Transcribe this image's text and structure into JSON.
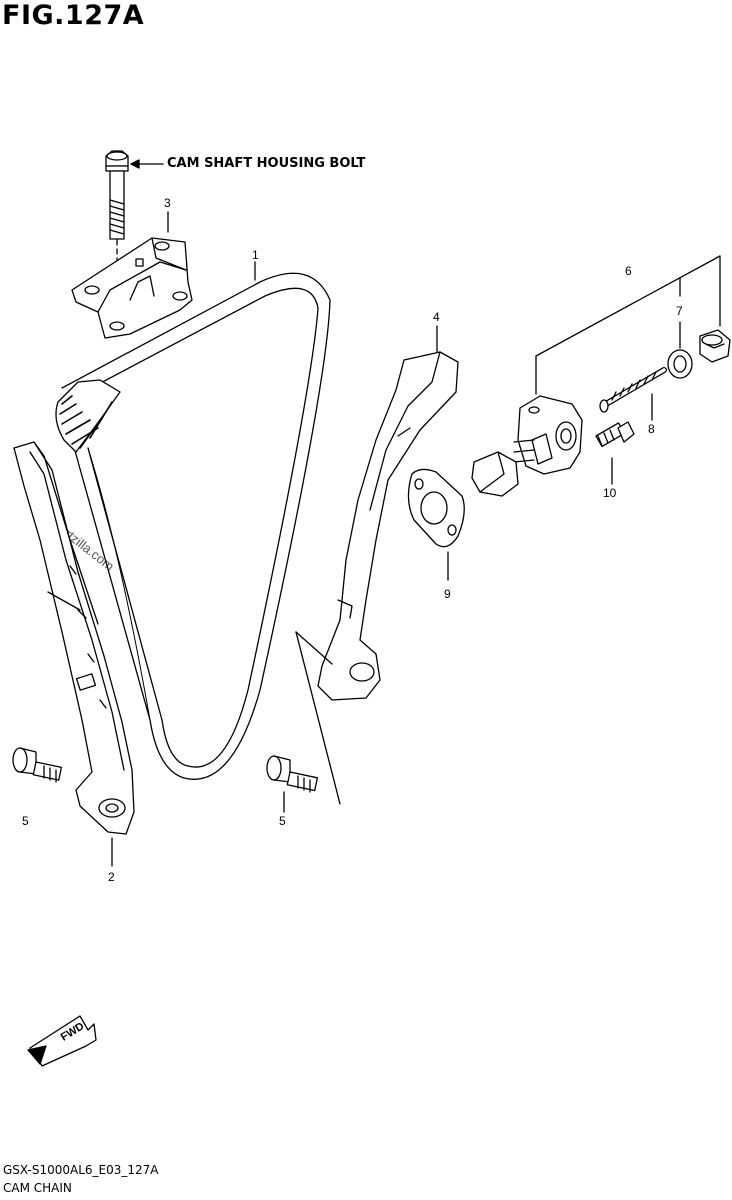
{
  "figure": {
    "title": "FIG.127A",
    "callout": "CAM SHAFT HOUSING BOLT",
    "watermark": "© Partzilla.com",
    "direction_label": "FWD"
  },
  "parts": [
    {
      "no": "1",
      "name": "cam-chain"
    },
    {
      "no": "2",
      "name": "chain-guide-rear"
    },
    {
      "no": "3",
      "name": "chain-guide-upper"
    },
    {
      "no": "4",
      "name": "chain-guide-front"
    },
    {
      "no": "5",
      "name": "guide-bolt"
    },
    {
      "no": "5",
      "name": "guide-bolt"
    },
    {
      "no": "6",
      "name": "tensioner-assembly"
    },
    {
      "no": "7",
      "name": "gasket-washer"
    },
    {
      "no": "8",
      "name": "tensioner-spring"
    },
    {
      "no": "9",
      "name": "tensioner-gasket"
    },
    {
      "no": "10",
      "name": "tensioner-bolt"
    }
  ],
  "footer": {
    "model_code": "GSX-S1000AL6_E03_127A",
    "section_name": "CAM CHAIN"
  }
}
